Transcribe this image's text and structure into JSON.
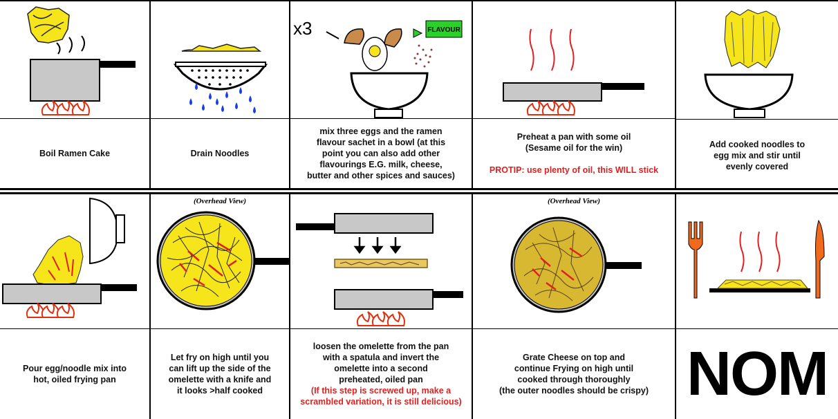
{
  "steps_row1": [
    {
      "caption": [
        "Boil Ramen Cake"
      ]
    },
    {
      "caption": [
        "Drain Noodles"
      ]
    },
    {
      "caption": [
        "mix three eggs and the ramen",
        "flavour sachet in a bowl (at this",
        "point you can also add other",
        "flavourings E.G. milk, cheese,",
        "butter and other spices and sauces)"
      ],
      "multiplier": "x3",
      "sachet_label": "FLAVOUR"
    },
    {
      "caption": [
        "Preheat a pan with some oil",
        "(Sesame oil for the win)"
      ],
      "warning": "PROTIP: use plenty of oil, this WILL stick"
    },
    {
      "caption": [
        "Add cooked noodles to",
        "egg mix and stir until",
        "evenly covered"
      ]
    }
  ],
  "steps_row2": [
    {
      "caption": [
        "Pour egg/noodle mix into",
        "hot, oiled frying pan"
      ]
    },
    {
      "view_label": "(Overhead View)",
      "caption": [
        "Let fry on high until you",
        "can lift up the side of the",
        "omelette with a knife and",
        "it looks  >half cooked"
      ]
    },
    {
      "caption": [
        "loosen the omelette from the pan",
        "with a spatula and invert the",
        "omelette into a second",
        "preheated, oiled pan"
      ],
      "warning": [
        "(If this step is screwed up, make a",
        "scrambled variation, it is still delicious)"
      ]
    },
    {
      "view_label": "(Overhead View)",
      "caption": [
        "Grate Cheese on top and",
        "continue Frying on high until",
        "cooked through thoroughly",
        "(the outer noodles should be crispy)"
      ]
    },
    {
      "big_text": "NOM"
    }
  ],
  "colors": {
    "noodle": "#f5e51a",
    "flame": "#e03010",
    "water": "#1a3fe0",
    "steam": "#e02020",
    "utensil": "#f06a1e",
    "pan": "#c8c8c8"
  }
}
